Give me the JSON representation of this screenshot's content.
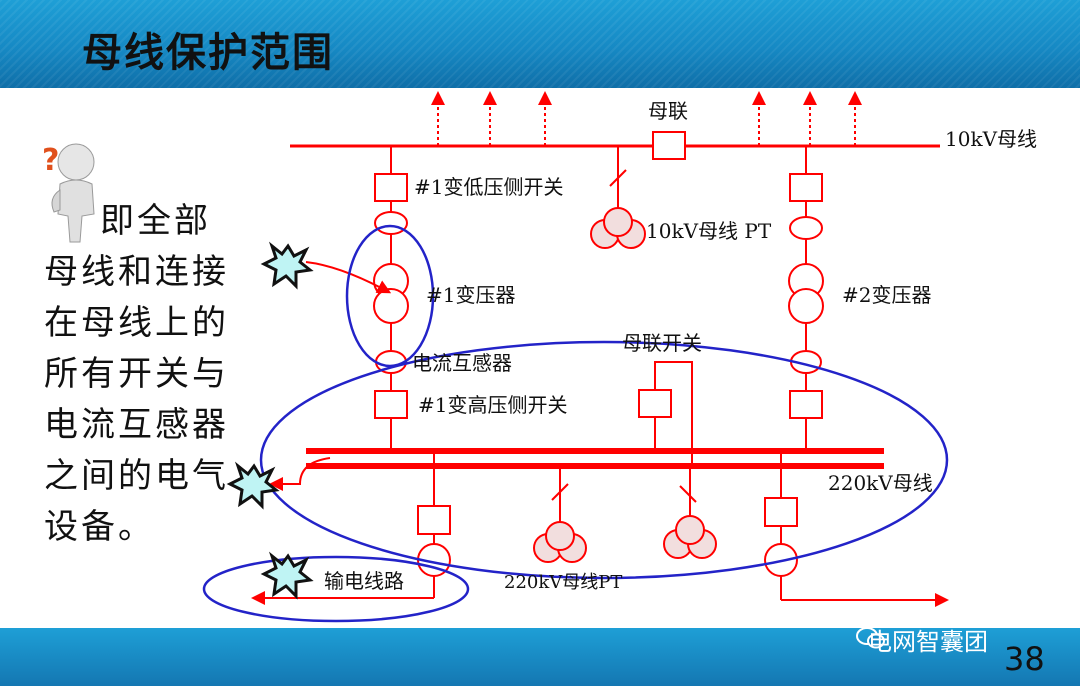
{
  "slide": {
    "title": "母线保护范围",
    "description": "即全部母线和连接在母线上的所有开关与电流互感器之间的电气设备。",
    "page_number": "38",
    "watermark": "电网智囊团"
  },
  "diagram": {
    "labels": {
      "bus_10kv": "10kV母线",
      "bus_tie": "母联",
      "pt_10kv": "10kV母线 PT",
      "sw1_low": "#1变低压侧开关",
      "t1": "#1变压器",
      "t2": "#2变压器",
      "ct": "电流互感器",
      "bus_tie_switch": "母联开关",
      "sw1_high": "#1变高压侧开关",
      "bus_220kv": "220kV母线",
      "line": "输电线路",
      "pt_220kv": "220kV母线PT"
    }
  },
  "colors": {
    "header_band": "#1689c4",
    "line": "#ff0000",
    "zone": "#2323c8",
    "fault_fill": "#bff4f4"
  },
  "icons": [
    "question-figure-icon",
    "fault-star-icon",
    "wechat-icon"
  ]
}
